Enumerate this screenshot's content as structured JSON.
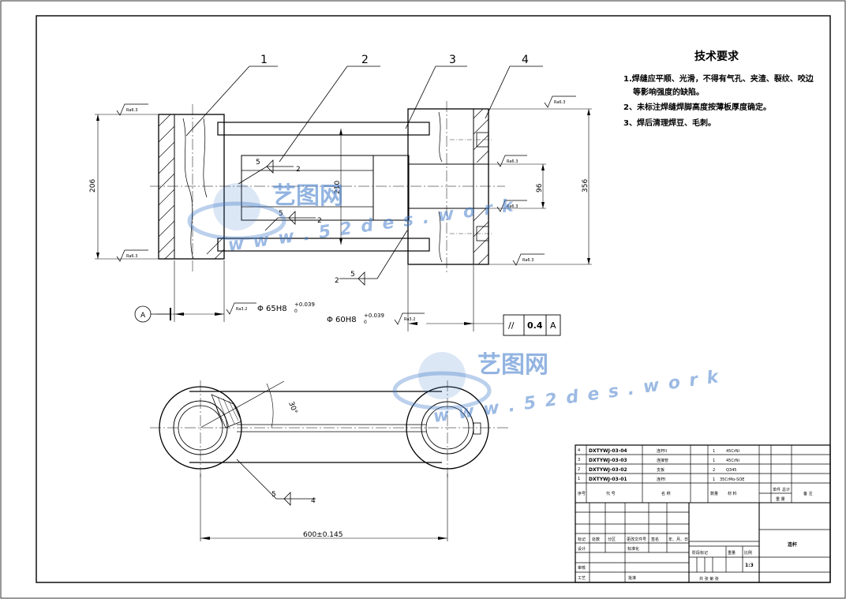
{
  "tech_requirements": {
    "title": "技术要求",
    "items": [
      "1.焊缝应平顺、光滑，不得有气孔、夹渣、裂纹、咬边",
      "等影响强度的缺陷。",
      "2、未标注焊缝焊脚高度按薄板厚度确定。",
      "3、焊后清理焊豆、毛刺。"
    ]
  },
  "balloons": [
    "1",
    "2",
    "3",
    "4"
  ],
  "roughness": "Ra6.3",
  "roughness_fine": "Ra3.2",
  "dims": {
    "left_height": "206",
    "mid_height": "210",
    "right_inner": "96",
    "right_height": "356",
    "bore_left": "Φ 65H8",
    "bore_left_tol_upper": "+0.039",
    "bore_left_tol_lower": "0",
    "bore_right": "Φ 60H8",
    "bore_right_tol_upper": "+0.039",
    "bore_right_tol_lower": "0",
    "center_dist": "600±0.145",
    "angle": "30°"
  },
  "datum": "A",
  "tolerance_frame": {
    "symbol": "//",
    "value": "0.4",
    "datum": "A"
  },
  "weld_symbols": [
    {
      "size": "5",
      "count": "2"
    },
    {
      "size": "5",
      "count": "2"
    },
    {
      "size": "5",
      "count": "2"
    },
    {
      "size": "5",
      "count": "4"
    }
  ],
  "watermark": {
    "brand": "艺图网",
    "url": "w w w . 5 2 d e s . w o r k"
  },
  "bom": {
    "rows": [
      {
        "no": "4",
        "code": "DXTYWJ-03-04",
        "name": "连杆II",
        "qty": "1",
        "material": "45CrNi"
      },
      {
        "no": "3",
        "code": "DXTYWJ-03-03",
        "name": "连接管",
        "qty": "1",
        "material": "45CrNi"
      },
      {
        "no": "2",
        "code": "DXTYWJ-03-02",
        "name": "支板",
        "qty": "2",
        "material": "Q345"
      },
      {
        "no": "1",
        "code": "DXTYWJ-03-01",
        "name": "连杆I",
        "qty": "1",
        "material": "35CrMo-SOE"
      }
    ],
    "header": {
      "no": "序号",
      "code": "代 号",
      "name": "名 称",
      "qty": "数量",
      "material": "材 料",
      "single": "单件",
      "total": "总计",
      "weight": "重 量",
      "remark": "备 注"
    }
  },
  "title_block": {
    "mark": "标记",
    "count": "处数",
    "zone": "分区",
    "change_doc": "更改文件号",
    "sign": "签名",
    "date": "年、月、日",
    "design": "设计",
    "standard": "标准化",
    "review": "审核",
    "process": "工艺",
    "approve": "批准",
    "stage": "阶段标记",
    "weight": "重量",
    "scale": "比例",
    "scale_value": "1:3",
    "sheets": "共  张  第  张",
    "drawing_name": "连杆"
  }
}
